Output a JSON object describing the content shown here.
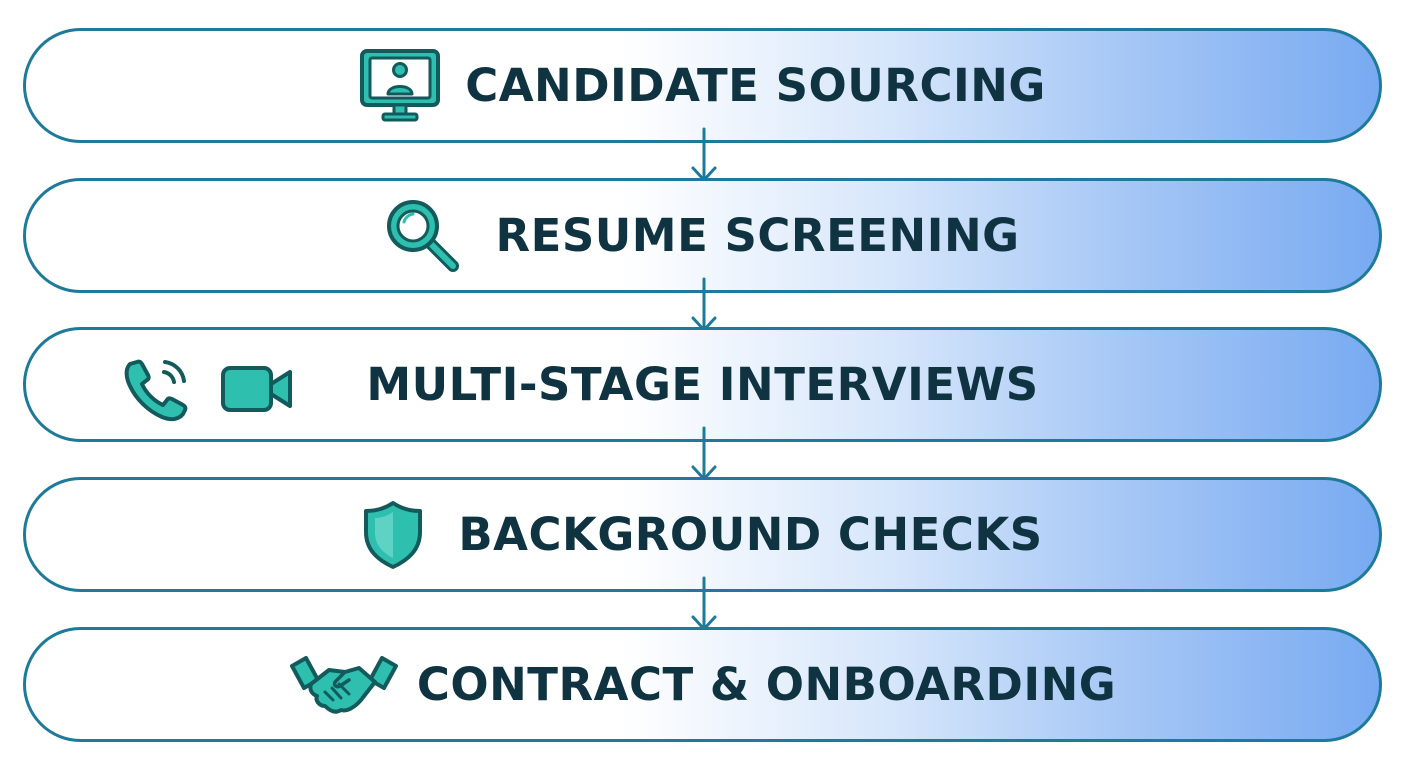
{
  "colors": {
    "border": "#1e7a9a",
    "text": "#0f3340",
    "icon_fill": "#2fbfae",
    "icon_stroke": "#125a5c",
    "gradient_end": "#78aaf1"
  },
  "stages": [
    {
      "label": "CANDIDATE SOURCING",
      "icons": [
        "computer-monitor-user-icon"
      ]
    },
    {
      "label": "RESUME SCREENING",
      "icons": [
        "magnifying-glass-icon"
      ]
    },
    {
      "label": "MULTI-STAGE INTERVIEWS",
      "icons": [
        "phone-call-icon",
        "video-camera-icon"
      ]
    },
    {
      "label": "BACKGROUND CHECKS",
      "icons": [
        "shield-icon"
      ]
    },
    {
      "label": "CONTRACT & ONBOARDING",
      "icons": [
        "handshake-icon"
      ]
    }
  ],
  "connectors": [
    {
      "icon": "arrow-down-icon"
    },
    {
      "icon": "arrow-down-icon"
    },
    {
      "icon": "arrow-down-icon"
    },
    {
      "icon": "arrow-down-icon"
    }
  ]
}
